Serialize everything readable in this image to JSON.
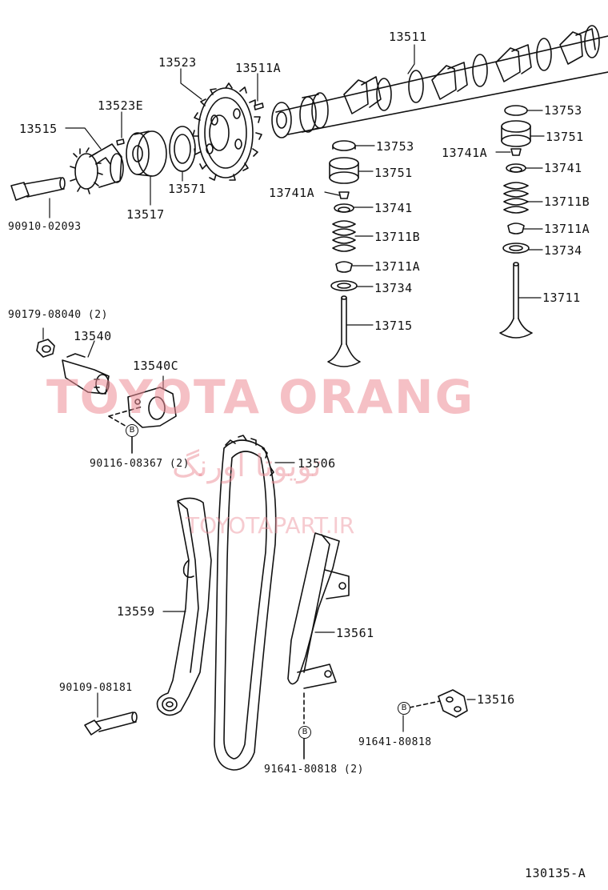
{
  "parts": {
    "p13511": "13511",
    "p13523": "13523",
    "p13511A": "13511A",
    "p13523E": "13523E",
    "p13515": "13515",
    "p13753a": "13753",
    "p13751a": "13751",
    "p13741Aa": "13741A",
    "p13741a": "13741",
    "p13711Ba": "13711B",
    "p13711Aa": "13711A",
    "p13734a": "13734",
    "p13715": "13715",
    "p13753b": "13753",
    "p13751b": "13751",
    "p13741Ab": "13741A",
    "p13741b": "13741",
    "p13711Bb": "13711B",
    "p13711Ab": "13711A",
    "p13734b": "13734",
    "p13711": "13711",
    "p13571": "13571",
    "p13517": "13517",
    "p90910": "90910-02093",
    "p90179": "90179-08040 (2)",
    "p13540": "13540",
    "p13540C": "13540C",
    "p90116": "90116-08367 (2)",
    "p13506": "13506",
    "p13559": "13559",
    "p13561": "13561",
    "p90109": "90109-08181",
    "p13516": "13516",
    "p91641a": "91641-80818",
    "p91641b": "91641-80818 (2)",
    "diagram_code": "130135-A"
  },
  "b_marker": "B",
  "watermark": {
    "title": "TOYOTA ORANG",
    "persian": "تویوتا اورنگ",
    "url": "TOYOTAPART.IR"
  },
  "colors": {
    "line": "#111111",
    "watermark": "#ec8c96"
  }
}
